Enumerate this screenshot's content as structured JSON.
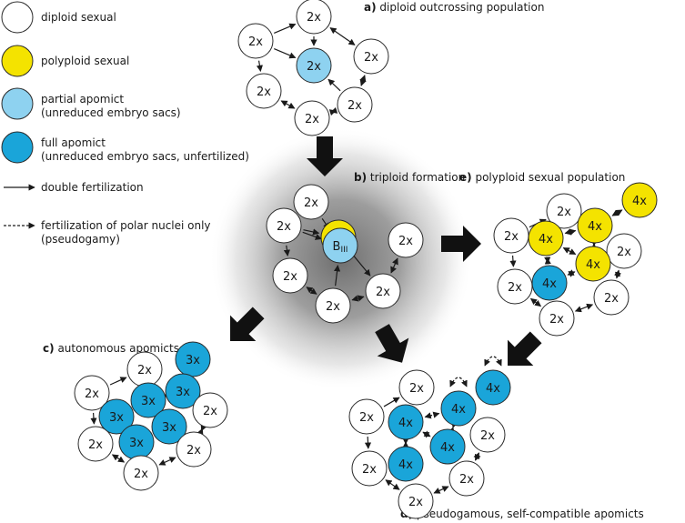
{
  "colors": {
    "diploid_sexual": "#ffffff",
    "polyploid_sexual": "#f4e300",
    "partial_apomict": "#8ed2f0",
    "full_apomict": "#1aa5d9",
    "stroke": "#2a2a2a",
    "halo": "#7b7b7b"
  },
  "legend": {
    "diploid_sexual": "diploid sexual",
    "polyploid_sexual": "polyploid sexual",
    "partial_apomict": "partial apomict",
    "partial_apomict_note": "(unreduced embryo sacs)",
    "full_apomict": "full apomict",
    "full_apomict_note": "(unreduced embryo sacs, unfertilized)",
    "double_fertilization": "double fertilization",
    "pseudogamy_line1": "fertilization of polar nuclei only",
    "pseudogamy_line2": "(pseudogamy)"
  },
  "panels": {
    "a": {
      "letter": "a)",
      "title": "diploid outcrossing population"
    },
    "b": {
      "letter": "b)",
      "title": "triploid formation"
    },
    "c": {
      "letter": "c)",
      "title": "autonomous apomicts"
    },
    "d": {
      "letter": "d)",
      "title": "pseudogamous, self-compatible apomicts"
    },
    "e": {
      "letter": "e)",
      "title": "polyploid sexual population"
    }
  },
  "labels": {
    "two_x": "2x",
    "three_x": "3x",
    "four_x": "4x",
    "b_main": "B",
    "b_sub": "III"
  }
}
